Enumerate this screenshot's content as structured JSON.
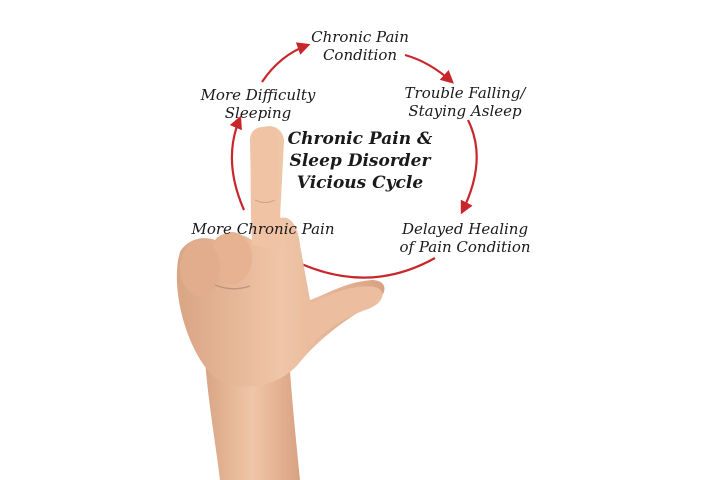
{
  "diagram": {
    "center_title": [
      "Chronic Pain &",
      "Sleep Disorder",
      "Vicious Cycle"
    ],
    "nodes": [
      {
        "id": "chronic-pain-condition",
        "lines": [
          "Chronic Pain",
          "Condition"
        ]
      },
      {
        "id": "trouble-sleeping",
        "lines": [
          "Trouble Falling/",
          "Staying Asleep"
        ]
      },
      {
        "id": "delayed-healing",
        "lines": [
          "Delayed Healing",
          "of Pain Condition"
        ]
      },
      {
        "id": "more-chronic-pain",
        "lines": [
          "More Chronic Pain"
        ]
      },
      {
        "id": "more-difficulty-sleeping",
        "lines": [
          "More Difficulty",
          "Sleeping"
        ]
      }
    ],
    "colors": {
      "arrow": "#c8262b",
      "text": "#1a1a1a",
      "skin": "#e8b99a",
      "background": "#ffffff"
    }
  }
}
